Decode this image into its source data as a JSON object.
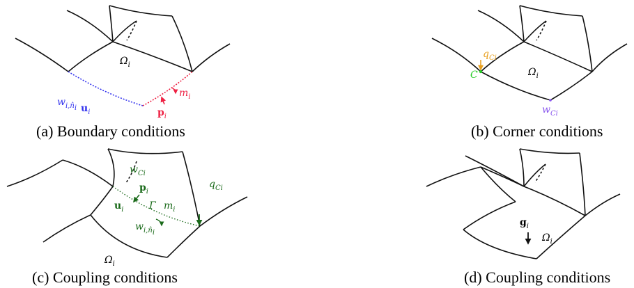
{
  "panels": [
    {
      "id": "a",
      "caption": "(a) Boundary conditions",
      "labels": {
        "omega": "Ω",
        "omega_sub": "i",
        "w": "w",
        "w_sub": "i,n̂",
        "w_sub2": "i",
        "u": "u",
        "u_sub": "i",
        "p": "p",
        "p_sub": "i",
        "m": "m",
        "m_sub": "i"
      }
    },
    {
      "id": "b",
      "caption": "(b) Corner conditions",
      "labels": {
        "q": "q",
        "q_sub": "Ci",
        "c": "C",
        "omega": "Ω",
        "omega_sub": "i",
        "w": "w",
        "w_sub": "Ci"
      }
    },
    {
      "id": "c",
      "caption": "(c) Coupling conditions",
      "labels": {
        "w": "w",
        "w_sub": "Ci",
        "p": "p",
        "p_sub": "i",
        "q": "q",
        "q_sub": "Ci",
        "u": "u",
        "u_sub": "i",
        "gamma": "Γ",
        "m": "m",
        "m_sub": "i",
        "w2": "w",
        "w2_sub": "i,n̂",
        "w2_sub2": "i",
        "omega": "Ω",
        "omega_sub": "i"
      }
    },
    {
      "id": "d",
      "caption": "(d) Coupling conditions",
      "labels": {
        "g": "g",
        "g_sub": "i",
        "omega": "Ω",
        "omega_sub": "i"
      }
    }
  ],
  "colors": {
    "line": "#111111",
    "blue": "#3333ee",
    "red": "#ee2244",
    "orange": "#e8a020",
    "green": "#22cc22",
    "purple": "#8855ee",
    "dark_green": "#1a6a1a"
  }
}
